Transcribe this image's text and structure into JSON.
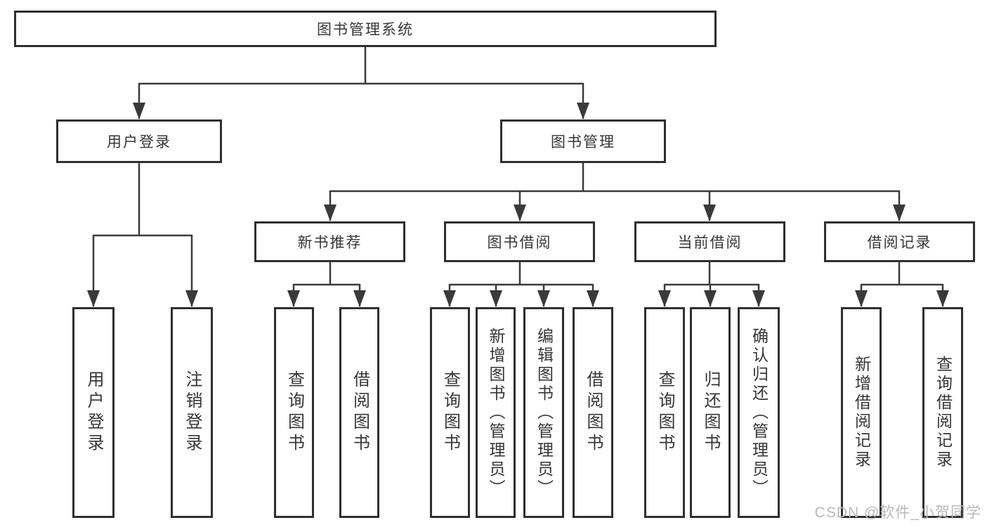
{
  "diagram": {
    "root": "图书管理系统",
    "level2": [
      {
        "id": "user-login",
        "label": "用户登录"
      },
      {
        "id": "book-management",
        "label": "图书管理"
      }
    ],
    "level3": [
      {
        "id": "new-book-recommend",
        "label": "新书推荐"
      },
      {
        "id": "book-borrow",
        "label": "图书借阅"
      },
      {
        "id": "current-borrow",
        "label": "当前借阅"
      },
      {
        "id": "borrow-record",
        "label": "借阅记录"
      }
    ],
    "leaves": {
      "user_login": [
        "用户登录",
        "注销登录"
      ],
      "new_book": [
        "查询图书",
        "借阅图书"
      ],
      "book_borrow": [
        "查询图书",
        "新增图书（管理员）",
        "编辑图书（管理员）",
        "借阅图书"
      ],
      "current_borrow": [
        "查询图书",
        "归还图书",
        "确认归还（管理员）"
      ],
      "borrow_record": [
        "新增借阅记录",
        "查询借阅记录"
      ]
    }
  },
  "watermark": "CSDN @软件_小贺同学",
  "colors": {
    "box_border": "#2f2f2f",
    "connector": "#3a3a3a",
    "text": "#363636",
    "watermark": "#b9b9b9",
    "background": "#ffffff"
  }
}
